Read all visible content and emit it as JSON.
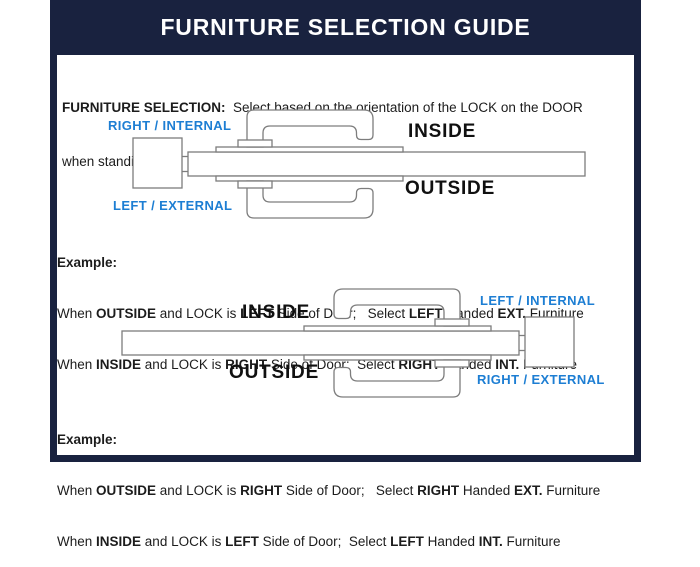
{
  "colors": {
    "navy": "#19223f",
    "blue": "#1d7ed3",
    "diagramStroke": "#7d7d7d",
    "text": "#1c1c1c"
  },
  "header": {
    "title": "FURNITURE SELECTION GUIDE"
  },
  "intro": {
    "lines": [
      [
        {
          "t": "FURNITURE SELECTION:",
          "b": 1
        },
        {
          "t": "  Select based on the orientation of the LOCK on the DOOR",
          "b": 0
        }
      ],
      [
        {
          "t": "when standing in front of it.",
          "b": 0
        }
      ]
    ]
  },
  "diagram1": {
    "lock_position": "left side of door",
    "inside_label": "INSIDE",
    "outside_label": "OUTSIDE",
    "lock_top_label": "RIGHT / INTERNAL",
    "lock_bottom_label": "LEFT / EXTERNAL"
  },
  "example1": {
    "heading": "Example:",
    "lines": [
      [
        {
          "t": "When ",
          "b": 0
        },
        {
          "t": "OUTSIDE",
          "b": 1
        },
        {
          "t": " and LOCK is ",
          "b": 0
        },
        {
          "t": "LEFT",
          "b": 1
        },
        {
          "t": " Side of Door;   Select ",
          "b": 0
        },
        {
          "t": "LEFT",
          "b": 1
        },
        {
          "t": " Handed ",
          "b": 0
        },
        {
          "t": "EXT.",
          "b": 1
        },
        {
          "t": " Furniture",
          "b": 0
        }
      ],
      [
        {
          "t": "When ",
          "b": 0
        },
        {
          "t": "INSIDE",
          "b": 1
        },
        {
          "t": " and LOCK is ",
          "b": 0
        },
        {
          "t": "RIGHT",
          "b": 1
        },
        {
          "t": " Side of Door;  Select ",
          "b": 0
        },
        {
          "t": "RIGHT",
          "b": 1
        },
        {
          "t": " Handed ",
          "b": 0
        },
        {
          "t": "INT.",
          "b": 1
        },
        {
          "t": " Furniture",
          "b": 0
        }
      ]
    ]
  },
  "diagram2": {
    "lock_position": "right side of door",
    "inside_label": "INSIDE",
    "outside_label": "OUTSIDE",
    "lock_top_label": "LEFT / INTERNAL",
    "lock_bottom_label": "RIGHT / EXTERNAL"
  },
  "example2": {
    "heading": "Example:",
    "lines": [
      [
        {
          "t": "When ",
          "b": 0
        },
        {
          "t": "OUTSIDE",
          "b": 1
        },
        {
          "t": " and LOCK is ",
          "b": 0
        },
        {
          "t": "RIGHT",
          "b": 1
        },
        {
          "t": " Side of Door;   Select ",
          "b": 0
        },
        {
          "t": "RIGHT",
          "b": 1
        },
        {
          "t": " Handed ",
          "b": 0
        },
        {
          "t": "EXT.",
          "b": 1
        },
        {
          "t": " Furniture",
          "b": 0
        }
      ],
      [
        {
          "t": "When ",
          "b": 0
        },
        {
          "t": "INSIDE",
          "b": 1
        },
        {
          "t": " and LOCK is ",
          "b": 0
        },
        {
          "t": "LEFT",
          "b": 1
        },
        {
          "t": " Side of Door;  Select ",
          "b": 0
        },
        {
          "t": "LEFT",
          "b": 1
        },
        {
          "t": " Handed ",
          "b": 0
        },
        {
          "t": "INT.",
          "b": 1
        },
        {
          "t": " Furniture",
          "b": 0
        }
      ]
    ]
  }
}
